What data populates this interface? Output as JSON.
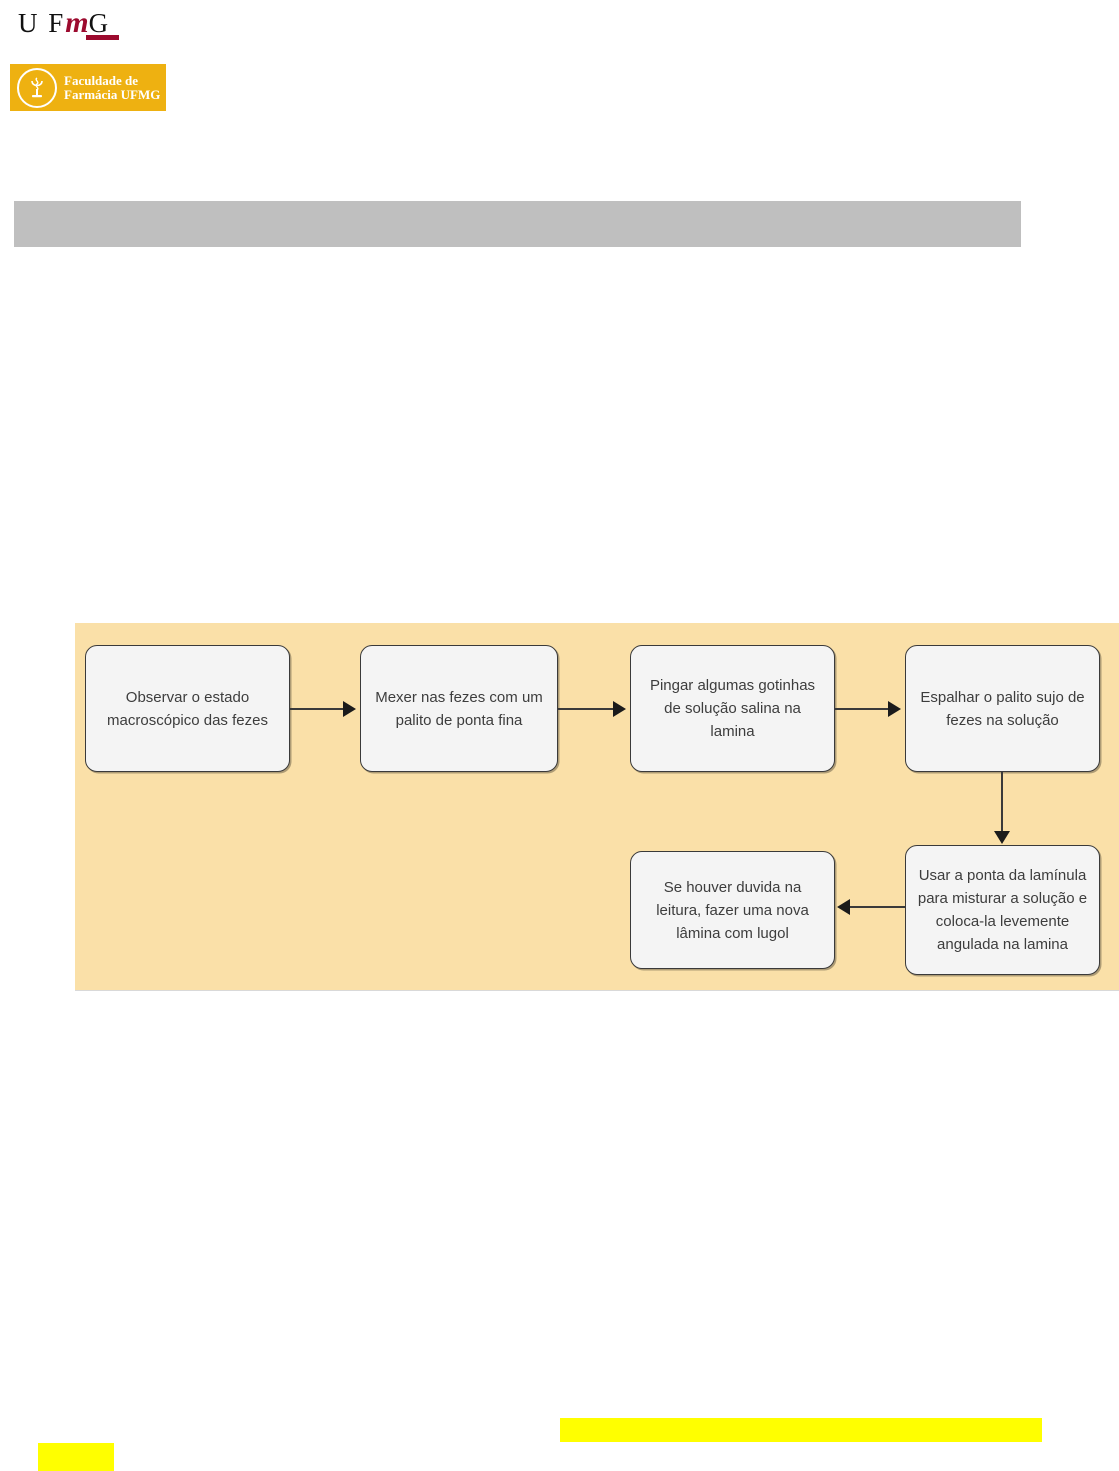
{
  "header": {
    "ufmg_logo": {
      "letters_before": "U F",
      "accent_letter": "m",
      "letters_after": "G",
      "accent_color": "#9c0a2e"
    },
    "faculty_badge": {
      "line1": "Faculdade de",
      "line2": "Farmácia UFMG",
      "background_color": "#eeb111",
      "text_color": "#ffffff",
      "seal_icon": "pharmacy-bowl-of-hygieia-icon"
    }
  },
  "gray_bar": {
    "text": "",
    "color": "#bfbfbf"
  },
  "flowchart": {
    "background_color": "#fae0a8",
    "node_fill_color": "#f4f4f4",
    "node_border_color": "#3a3a3a",
    "nodes": [
      {
        "id": "node-1",
        "label": "Observar o estado macroscópico das fezes"
      },
      {
        "id": "node-2",
        "label": "Mexer nas fezes com um palito de ponta fina"
      },
      {
        "id": "node-3",
        "label": "Pingar algumas gotinhas de solução salina na lamina"
      },
      {
        "id": "node-4",
        "label": "Espalhar o palito sujo de fezes na solução"
      },
      {
        "id": "node-5",
        "label": "Usar a ponta da lamínula para misturar a solução e coloca-la levemente angulada na lamina"
      },
      {
        "id": "node-6",
        "label": "Se houver duvida na leitura, fazer uma nova lâmina com lugol"
      }
    ],
    "connectors": [
      {
        "from": "node-1",
        "to": "node-2",
        "direction": "right"
      },
      {
        "from": "node-2",
        "to": "node-3",
        "direction": "right"
      },
      {
        "from": "node-3",
        "to": "node-4",
        "direction": "right"
      },
      {
        "from": "node-4",
        "to": "node-5",
        "direction": "down"
      },
      {
        "from": "node-5",
        "to": "node-6",
        "direction": "left"
      }
    ]
  },
  "highlights": [
    {
      "id": "highlight-main",
      "text": "",
      "color": "#ffff00"
    },
    {
      "id": "highlight-small",
      "text": "",
      "color": "#ffff00"
    }
  ]
}
